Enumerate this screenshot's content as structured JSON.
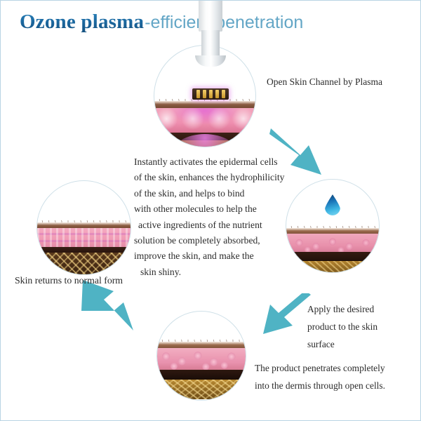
{
  "title": {
    "main": "Ozone plasma",
    "sub": "-efficient penetration",
    "main_color": "#1a6399",
    "sub_color": "#63a6c6"
  },
  "accent": {
    "arrow_color": "#4fb3c4",
    "frame_color": "#b9d4e4",
    "circle_border": "#cfe0e8",
    "droplet_color": "#1a74b8",
    "skin_pink": "#f0a0b8",
    "fat_yellow": "#b2832f"
  },
  "steps": [
    {
      "id": "open-channel",
      "label": "Open Skin Channel by Plasma",
      "icon": "plasma-device-icon"
    },
    {
      "id": "apply-product",
      "label_lines": [
        "Apply the desired",
        "product to the skin",
        "surface"
      ],
      "icon": "water-droplet-icon"
    },
    {
      "id": "penetrate",
      "label_lines": [
        "The product penetrates completely",
        "into the dermis through open cells."
      ],
      "icon": "skin-cross-section-icon"
    },
    {
      "id": "normal-form",
      "label": "Skin returns to normal form",
      "icon": "restored-skin-icon"
    }
  ],
  "center_paragraph": {
    "lines": [
      "Instantly activates the epidermal cells",
      "of the skin, enhances the hydrophilicity",
      "of the skin, and helps to bind",
      "with other molecules to help the",
      "active ingredients of the nutrient",
      "solution be completely absorbed,",
      "improve the skin, and make the",
      "skin shiny."
    ]
  },
  "labels": {
    "open_channel": "Open Skin Channel by Plasma",
    "skin_normal": "Skin returns to normal form",
    "apply_1": "Apply the desired",
    "apply_2": "product to the skin",
    "apply_3": "surface",
    "penetrate_1": "The product penetrates completely",
    "penetrate_2": "into the dermis through open cells."
  },
  "arrows": [
    {
      "name": "arrow-top-to-right",
      "direction": "down-right"
    },
    {
      "name": "arrow-right-to-bottom",
      "direction": "down-left"
    },
    {
      "name": "arrow-bottom-to-left",
      "direction": "up-left"
    }
  ]
}
